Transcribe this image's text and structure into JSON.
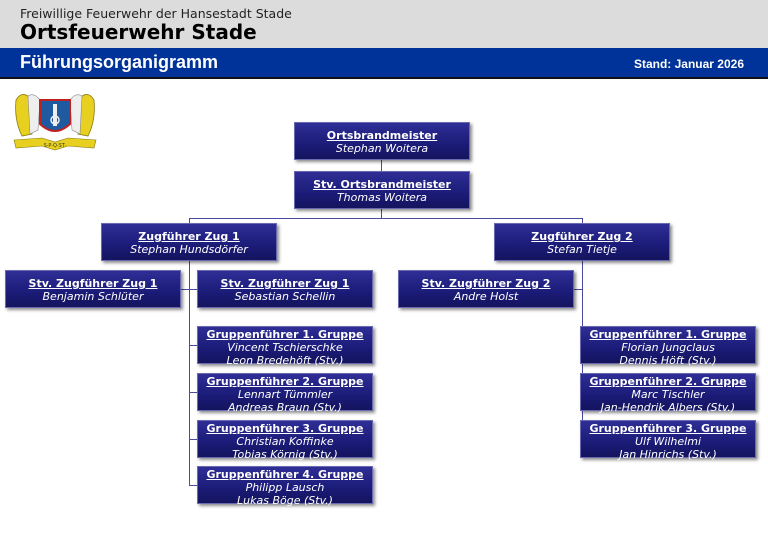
{
  "header": {
    "organization": "Freiwillige Feuerwehr der Hansestadt Stade",
    "title": "Ortsfeuerwehr Stade"
  },
  "banner": {
    "title": "Führungsorganigramm",
    "date": "Stand: Januar 2026"
  },
  "logo": {
    "icon": "stade-coat-of-arms",
    "text": "S.P.Q.ST."
  },
  "colors": {
    "banner": "#003399",
    "box": "#1b1b78",
    "header_bg": "#dcdcdc"
  },
  "chart": {
    "ortsbrandmeister": {
      "title": "Ortsbrandmeister",
      "names": [
        "Stephan Woitera"
      ]
    },
    "stv_ortsbrandmeister": {
      "title": "Stv. Ortsbrandmeister",
      "names": [
        "Thomas Woitera"
      ]
    },
    "zug1": {
      "title": "Zugführer Zug 1",
      "names": [
        "Stephan Hundsdörfer"
      ]
    },
    "zug2": {
      "title": "Zugführer Zug 2",
      "names": [
        "Stefan Tietje"
      ]
    },
    "stv_zug1_a": {
      "title": "Stv. Zugführer Zug 1",
      "names": [
        "Benjamin Schlüter"
      ]
    },
    "stv_zug1_b": {
      "title": "Stv. Zugführer Zug 1",
      "names": [
        "Sebastian Schellin"
      ]
    },
    "stv_zug2": {
      "title": "Stv. Zugführer Zug 2",
      "names": [
        "Andre Holst"
      ]
    },
    "zug1_groups": [
      {
        "title": "Gruppenführer 1. Gruppe",
        "names": [
          "Vincent Tschierschke",
          "Leon Bredehöft (Stv.)"
        ]
      },
      {
        "title": "Gruppenführer 2. Gruppe",
        "names": [
          "Lennart Tümmler",
          "Andreas Braun (Stv.)"
        ]
      },
      {
        "title": "Gruppenführer 3. Gruppe",
        "names": [
          "Christian Koffinke",
          "Tobias Körnig (Stv.)"
        ]
      },
      {
        "title": "Gruppenführer 4. Gruppe",
        "names": [
          "Philipp Lausch",
          "Lukas Böge (Stv.)"
        ]
      }
    ],
    "zug2_groups": [
      {
        "title": "Gruppenführer 1. Gruppe",
        "names": [
          "Florian Jungclaus",
          "Dennis Höft (Stv.)"
        ]
      },
      {
        "title": "Gruppenführer 2. Gruppe",
        "names": [
          "Marc Tischler",
          "Jan-Hendrik Albers (Stv.)"
        ]
      },
      {
        "title": "Gruppenführer 3. Gruppe",
        "names": [
          "Ulf Wilhelmi",
          "Jan Hinrichs (Stv.)"
        ]
      }
    ]
  }
}
